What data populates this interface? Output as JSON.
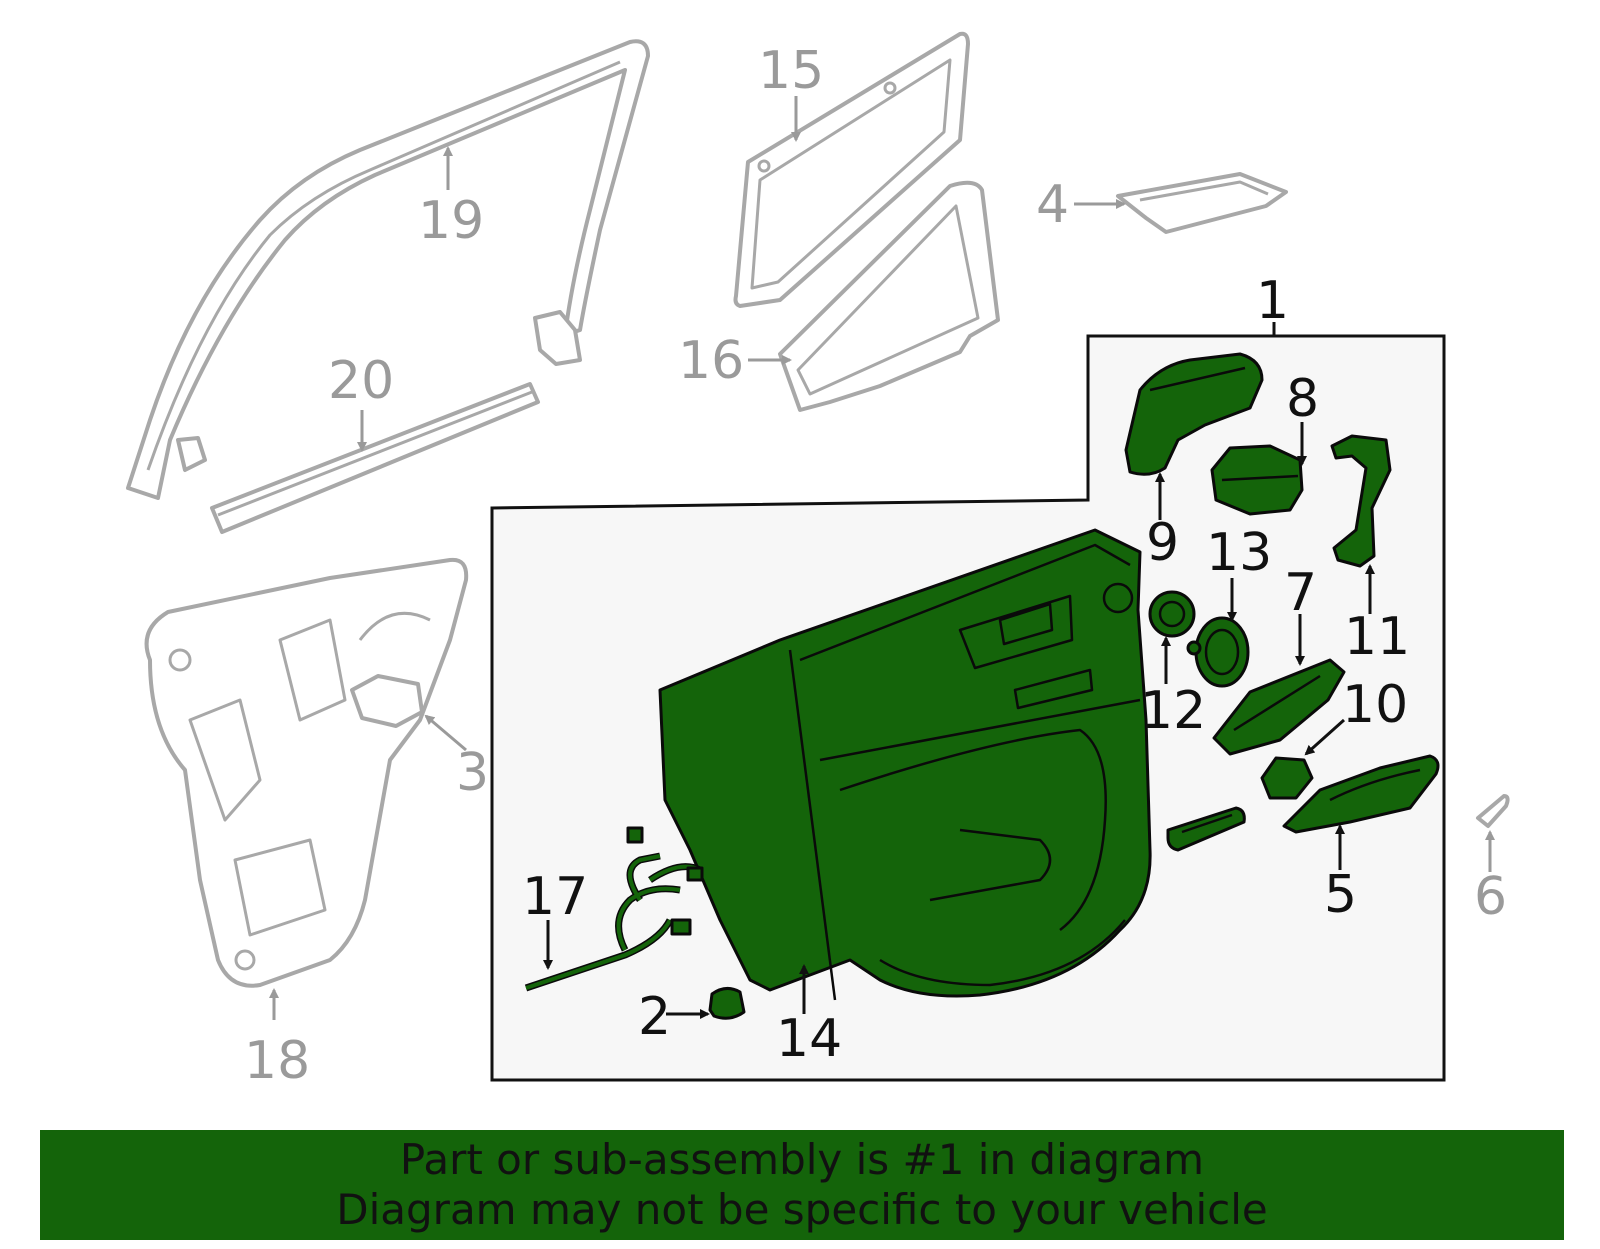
{
  "callouts": {
    "c1": "1",
    "c2": "2",
    "c3": "3",
    "c4": "4",
    "c5": "5",
    "c6": "6",
    "c7": "7",
    "c8": "8",
    "c9": "9",
    "c10": "10",
    "c11": "11",
    "c12": "12",
    "c13": "13",
    "c14": "14",
    "c15": "15",
    "c16": "16",
    "c17": "17",
    "c18": "18",
    "c19": "19",
    "c20": "20"
  },
  "banner": {
    "line1": "Part or sub-assembly is #1 in diagram",
    "line2": "Diagram may not be specific to your vehicle"
  },
  "colors": {
    "highlight_green": "#14640a",
    "muted_grey": "#a8a8a8",
    "box_fill": "#f7f7f7"
  }
}
